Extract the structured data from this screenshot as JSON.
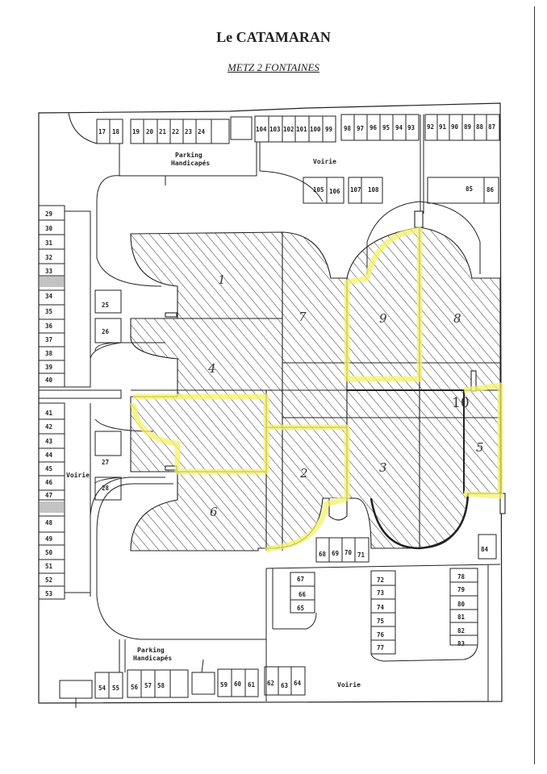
{
  "header": {
    "title": "Le CATAMARAN",
    "subtitle": "METZ 2 FONTAINES"
  },
  "labels": {
    "voirie_top": "Voirie",
    "voirie_left": "Voirie",
    "voirie_bottom": "Voirie",
    "parking_top_1": "Parking",
    "parking_top_2": "Handicapés",
    "parking_bottom_1": "Parking",
    "parking_bottom_2": "Handicapés"
  },
  "spaces": {
    "top_left": [
      "17",
      "18"
    ],
    "top_row_a": [
      "19",
      "20",
      "21",
      "22",
      "23",
      "24"
    ],
    "top_row_b": [
      "104",
      "103",
      "102",
      "101",
      "100",
      "99"
    ],
    "top_row_c": [
      "98",
      "97",
      "96",
      "95",
      "94",
      "93"
    ],
    "top_row_d": [
      "92",
      "91",
      "90",
      "89",
      "88",
      "87"
    ],
    "upper_inner": [
      "105",
      "106",
      "107",
      "108",
      "85",
      "86"
    ],
    "left_column_upper": [
      "29",
      "30",
      "31",
      "32",
      "33",
      "34",
      "35",
      "36",
      "37",
      "38",
      "39",
      "40"
    ],
    "left_column_lower": [
      "41",
      "42",
      "43",
      "44",
      "45",
      "46",
      "47",
      "48",
      "49",
      "50",
      "51",
      "52",
      "53"
    ],
    "left_inner": [
      "25",
      "26",
      "27",
      "28"
    ],
    "bottom_row": [
      "54",
      "55",
      "56",
      "57",
      "58",
      "59",
      "60",
      "61",
      "62",
      "63",
      "64"
    ],
    "center_bottom": [
      "68",
      "69",
      "70",
      "71"
    ],
    "block_65_67": [
      "67",
      "66",
      "65"
    ],
    "block_72_77": [
      "72",
      "73",
      "74",
      "75",
      "76",
      "77"
    ],
    "block_78_83": [
      "78",
      "79",
      "80",
      "81",
      "82",
      "83"
    ],
    "single_84": "84"
  },
  "zones": [
    {
      "id": "1",
      "label": "1"
    },
    {
      "id": "2",
      "label": "2"
    },
    {
      "id": "3",
      "label": "3"
    },
    {
      "id": "4",
      "label": "4"
    },
    {
      "id": "5",
      "label": "5"
    },
    {
      "id": "6",
      "label": "6"
    },
    {
      "id": "7",
      "label": "7"
    },
    {
      "id": "8",
      "label": "8"
    },
    {
      "id": "9",
      "label": "9"
    },
    {
      "id": "10",
      "label": "10"
    }
  ],
  "colors": {
    "highlight": "#f4f26a",
    "hatch": "#333333",
    "line": "#222222"
  }
}
